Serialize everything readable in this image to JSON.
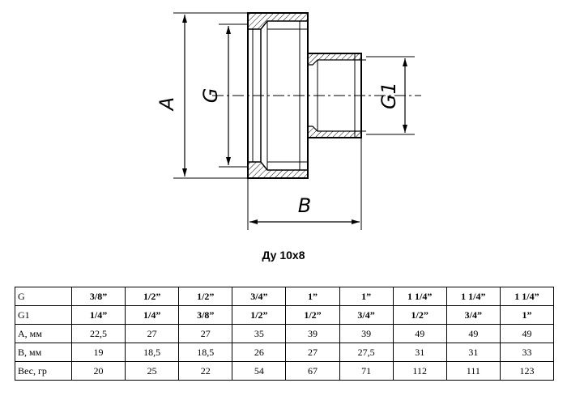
{
  "drawing": {
    "labels": {
      "A": "A",
      "G": "G",
      "G1": "G1",
      "B": "B"
    }
  },
  "caption": "Ду 10х8",
  "table": {
    "rows": [
      {
        "label": "G",
        "bold": true,
        "values": [
          "3/8”",
          "1/2”",
          "1/2”",
          "3/4”",
          "1”",
          "1”",
          "1 1/4”",
          "1 1/4”",
          "1 1/4”"
        ]
      },
      {
        "label": "G1",
        "bold": true,
        "values": [
          "1/4”",
          "1/4”",
          "3/8”",
          "1/2”",
          "1/2”",
          "3/4”",
          "1/2”",
          "3/4”",
          "1”"
        ]
      },
      {
        "label": "A, мм",
        "bold": false,
        "values": [
          "22,5",
          "27",
          "27",
          "35",
          "39",
          "39",
          "49",
          "49",
          "49"
        ]
      },
      {
        "label": "B, мм",
        "bold": false,
        "values": [
          "19",
          "18,5",
          "18,5",
          "26",
          "27",
          "27,5",
          "31",
          "31",
          "33"
        ]
      },
      {
        "label": "Вес, гр",
        "bold": false,
        "values": [
          "20",
          "25",
          "22",
          "54",
          "67",
          "71",
          "112",
          "111",
          "123"
        ]
      }
    ]
  }
}
